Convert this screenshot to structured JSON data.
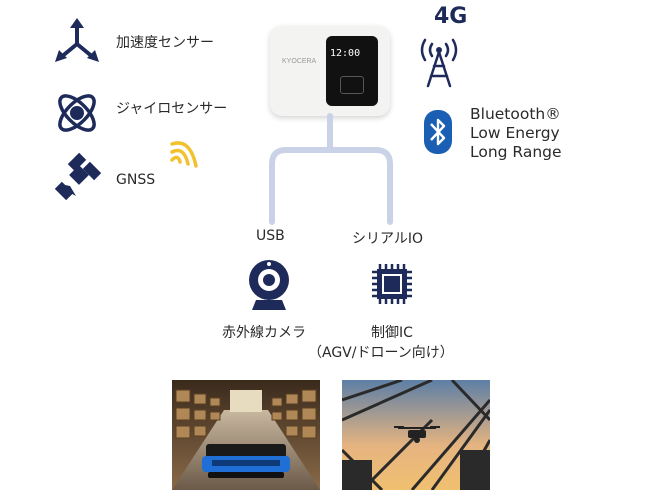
{
  "sensors": [
    {
      "label": "加速度センサー",
      "icon": "axis-icon"
    },
    {
      "label": "ジャイロセンサー",
      "icon": "gyro-atom-icon"
    },
    {
      "label": "GNSS",
      "icon": "satellite-icon"
    }
  ],
  "device": {
    "screen_text": "12:00",
    "brand": "KYOCERA"
  },
  "network": {
    "label": "4G",
    "icon": "antenna-tower-icon"
  },
  "bluetooth": {
    "line1": "Bluetooth®",
    "line2": "Low Energy",
    "line3": "Long Range",
    "icon": "bluetooth-icon"
  },
  "connections": {
    "usb_label": "USB",
    "serial_label": "シリアルIO"
  },
  "peripherals": {
    "camera_label": "赤外線カメラ",
    "ic_label": "制御IC",
    "ic_sublabel": "（AGV/ドローン向け）"
  },
  "colors": {
    "navy": "#1e2a5a",
    "line": "#c9d2e6",
    "wave": "#f2c12e",
    "bt_blue": "#1a5fb4"
  }
}
